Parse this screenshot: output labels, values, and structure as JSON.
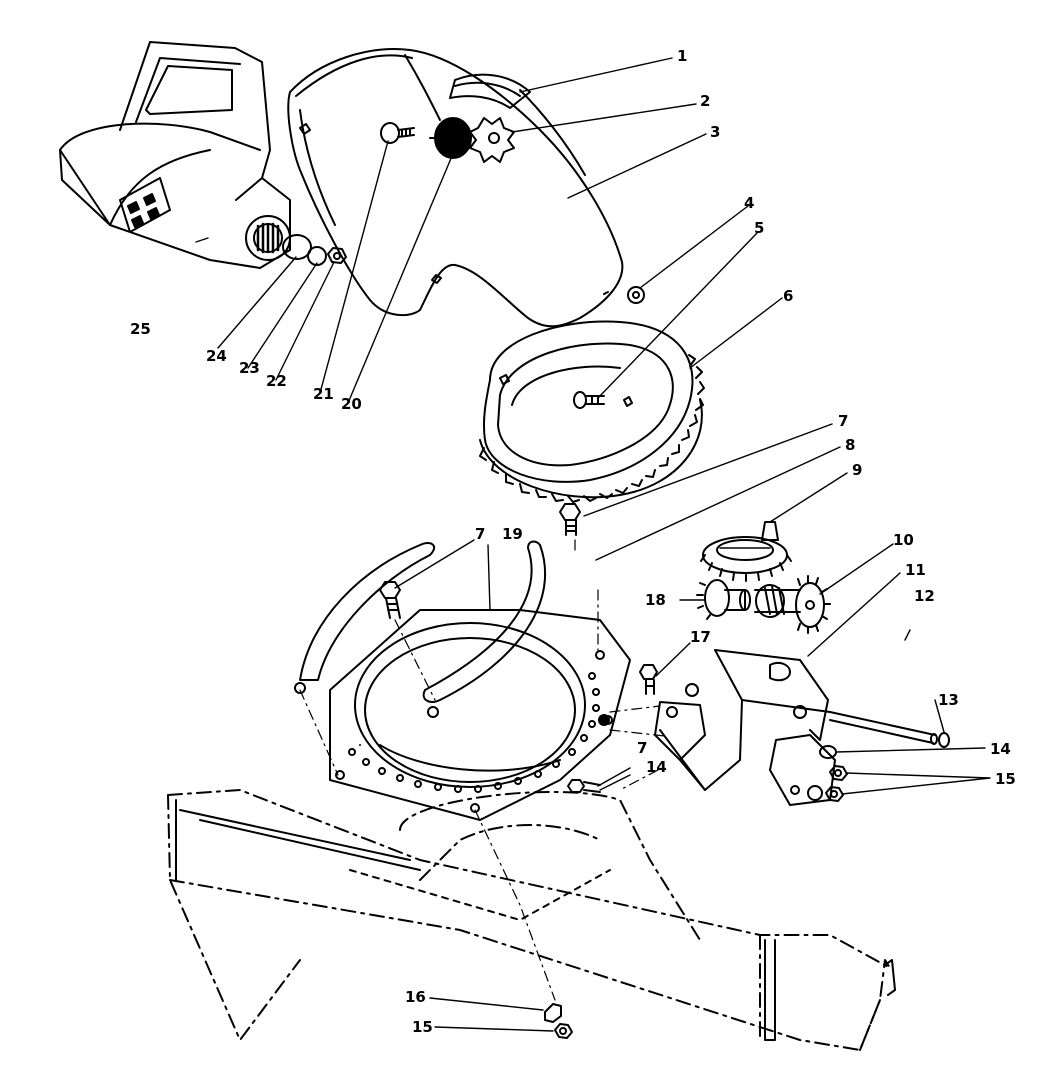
{
  "diagram": {
    "type": "exploded parts view",
    "line_color": "#000000",
    "background": "#ffffff",
    "callouts": {
      "c1": "1",
      "c2": "2",
      "c3": "3",
      "c4": "4",
      "c5": "5",
      "c6": "6",
      "c7a": "7",
      "c8": "8",
      "c9": "9",
      "c10": "10",
      "c11": "11",
      "c12": "12",
      "c7b": "7",
      "c19": "19",
      "c18": "18",
      "c17": "17",
      "c13": "13",
      "c14a": "14",
      "c15a": "15",
      "c7c": "7",
      "c14b": "14",
      "c16": "16",
      "c15b": "15",
      "c25": "25",
      "c24": "24",
      "c23": "23",
      "c22": "22",
      "c21": "21",
      "c20": "20"
    }
  }
}
